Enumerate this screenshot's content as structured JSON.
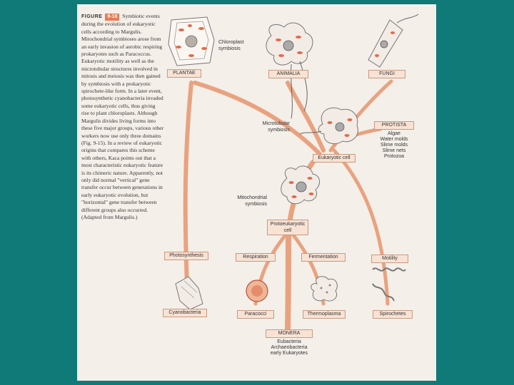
{
  "caption": {
    "figure_word": "FIGURE",
    "figure_number": "9-18",
    "text": "Symbiotic events during the evolution of eukaryotic cells according to Margulis. Mitochondrial symbioses arose from an early invasion of aerobic respiring prokaryotes such as Paracoccus. Eukaryotic motility as well as the microtubular structures involved in mitosis and meiosis was then gained by symbiosis with a prokaryotic spirochete-like form. In a later event, photosynthetic cyanobacteria invaded some eukaryotic cells, thus giving rise to plant chloroplasts. Although Margulis divides living forms into these five major groups, various other workers now use only three domains (Fig. 9-15). In a review of eukaryotic origins that compares this scheme with others, Kaca points out that a most characteristic eukaryotic feature is its chimeric nature. Apparently, not only did normal \"vertical\" gene transfer occur between generations in early eukaryotic evolution, but \"horizontal\" gene transfer between different groups also occurred. (Adapted from Margulis.)"
  },
  "labels": {
    "plantae": "PLANTAE",
    "animalia": "ANIMALIA",
    "fungi": "FUNGI",
    "protista": "PROTISTA",
    "eukaryotic_cell": "Eukaryotic cell",
    "protoeukaryotic_cell": "Protoeukaryotic cell",
    "photosynthesis": "Photosynthesis",
    "respiration": "Respiration",
    "fermentation": "Fermentation",
    "motility": "Motility",
    "cyanobacteria": "Cyanobacteria",
    "paracocci": "Paracocci",
    "thermoplasma": "Thermoplasma",
    "spirochetes": "Spirochetes",
    "monera": "MONERA"
  },
  "notes": {
    "chloroplast_symbiosis": "Chloroplast symbiosis",
    "microtubular_symbiosis": "Microtubular symbiosis",
    "mitochondrial_symbiosis": "Mitochondrial symbiosis"
  },
  "protista_list": [
    "Algae",
    "Water molds",
    "Slime molds",
    "Slime nets",
    "Protozoa"
  ],
  "monera_list": [
    "Eubacteria",
    "Archaeobacteria",
    "early Eukaryotes"
  ],
  "colors": {
    "background": "#0f7a78",
    "page": "#f4efe9",
    "branch": "#e9a27f",
    "label_fill": "#f8e2d4",
    "label_border": "#c89a82",
    "organelle": "#e46a4a"
  }
}
